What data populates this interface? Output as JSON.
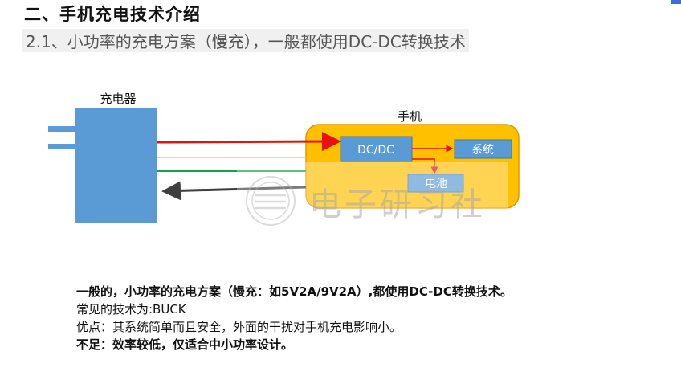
{
  "header": {
    "title": "二、手机充电技术介绍",
    "subtitle": "2.1、小功率的充电方案（慢充），一般都使用DC-DC转换技术"
  },
  "diagram": {
    "charger_label": "充电器",
    "phone_label": "手机",
    "dcdc_label": "DC/DC",
    "system_label": "系统",
    "battery_label": "电池",
    "watermark": "电子研习社",
    "colors": {
      "charger": "#5b9bd5",
      "phone_bg": "#ffc000",
      "line_red": "#e81010",
      "line_yellow": "#ffd966",
      "line_green": "#1aa04a",
      "line_gray": "#3f3f3f"
    }
  },
  "body": {
    "line1_bold": "一般的，小功率的充电方案（慢充：如5V2A/9V2A）,都使用DC-DC转换技术。",
    "line2": "常见的技术为:BUCK",
    "line3": "优点：其系统简单而且安全，外面的干扰对手机充电影响小。",
    "line4_bold": "不足：效率较低，仅适合中小功率设计。"
  }
}
